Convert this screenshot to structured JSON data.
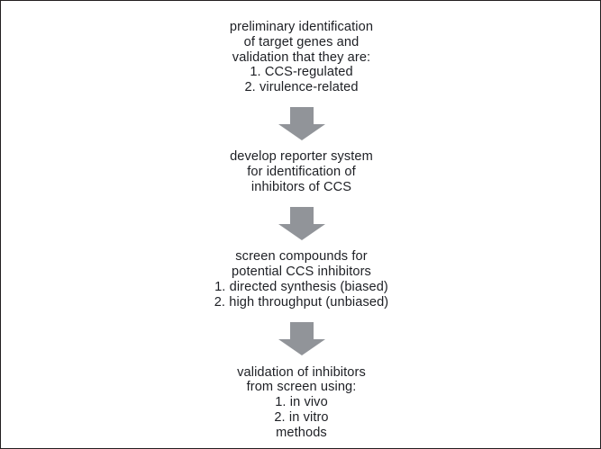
{
  "figure": {
    "type": "flowchart",
    "orientation": "vertical",
    "background_color": "#ffffff",
    "border_color": "#231f20",
    "text_color": "#1d1f24",
    "arrow_color": "#919499"
  },
  "steps": [
    {
      "id": "step-1",
      "name": "preliminary-identification",
      "lines": [
        "preliminary identification",
        "of target genes and",
        "validation that they are:",
        "1. CCS-regulated",
        "2. virulence-related"
      ]
    },
    {
      "id": "step-2",
      "name": "develop-reporter-system",
      "lines": [
        "develop reporter system",
        "for identification of",
        "inhibitors of CCS"
      ]
    },
    {
      "id": "step-3",
      "name": "screen-compounds",
      "lines": [
        "screen compounds for",
        "potential CCS inhibitors",
        "1. directed synthesis (biased)",
        "2. high throughput (unbiased)"
      ]
    },
    {
      "id": "step-4",
      "name": "validation-of-inhibitors",
      "lines": [
        "validation of inhibitors",
        "from screen using:",
        "1. in vivo",
        "2. in vitro",
        "methods"
      ]
    }
  ],
  "arrows": [
    {
      "id": "arrow-1",
      "name": "down-arrow-icon",
      "direction": "down"
    },
    {
      "id": "arrow-2",
      "name": "down-arrow-icon",
      "direction": "down"
    },
    {
      "id": "arrow-3",
      "name": "down-arrow-icon",
      "direction": "down"
    }
  ]
}
